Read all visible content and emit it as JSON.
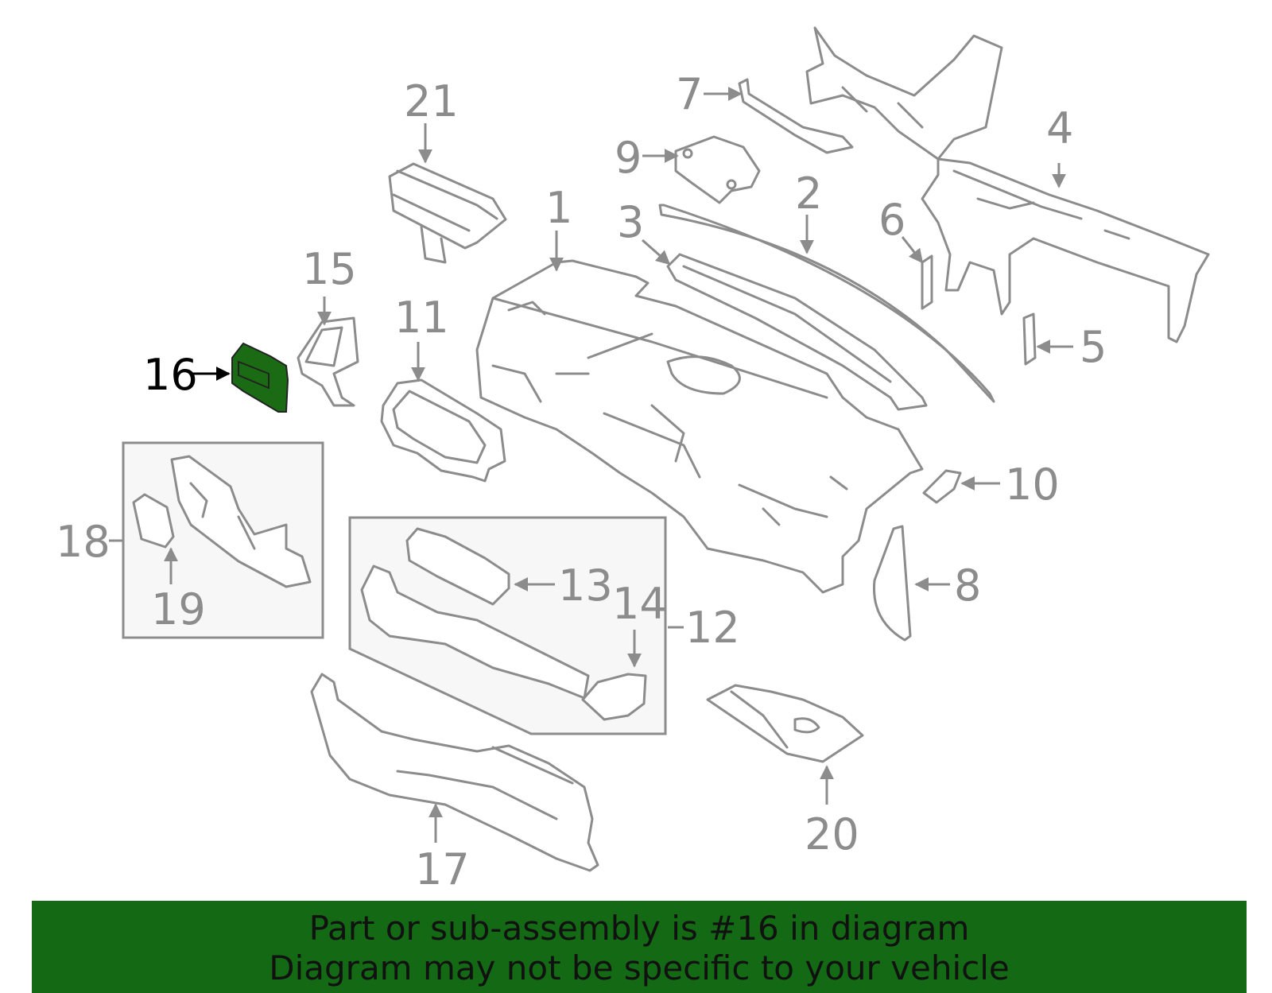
{
  "banner": {
    "line1": "Part or sub-assembly is #16 in diagram",
    "line2": "Diagram may not be specific to your vehicle",
    "background": "#146914"
  },
  "highlight_color": "#1a6b14",
  "highlighted_part": "16",
  "callouts": {
    "c1": "1",
    "c2": "2",
    "c3": "3",
    "c4": "4",
    "c5": "5",
    "c6": "6",
    "c7": "7",
    "c8": "8",
    "c9": "9",
    "c10": "10",
    "c11": "11",
    "c12": "12",
    "c13": "13",
    "c14": "14",
    "c15": "15",
    "c16": "16",
    "c17": "17",
    "c18": "18",
    "c19": "19",
    "c20": "20",
    "c21": "21"
  }
}
